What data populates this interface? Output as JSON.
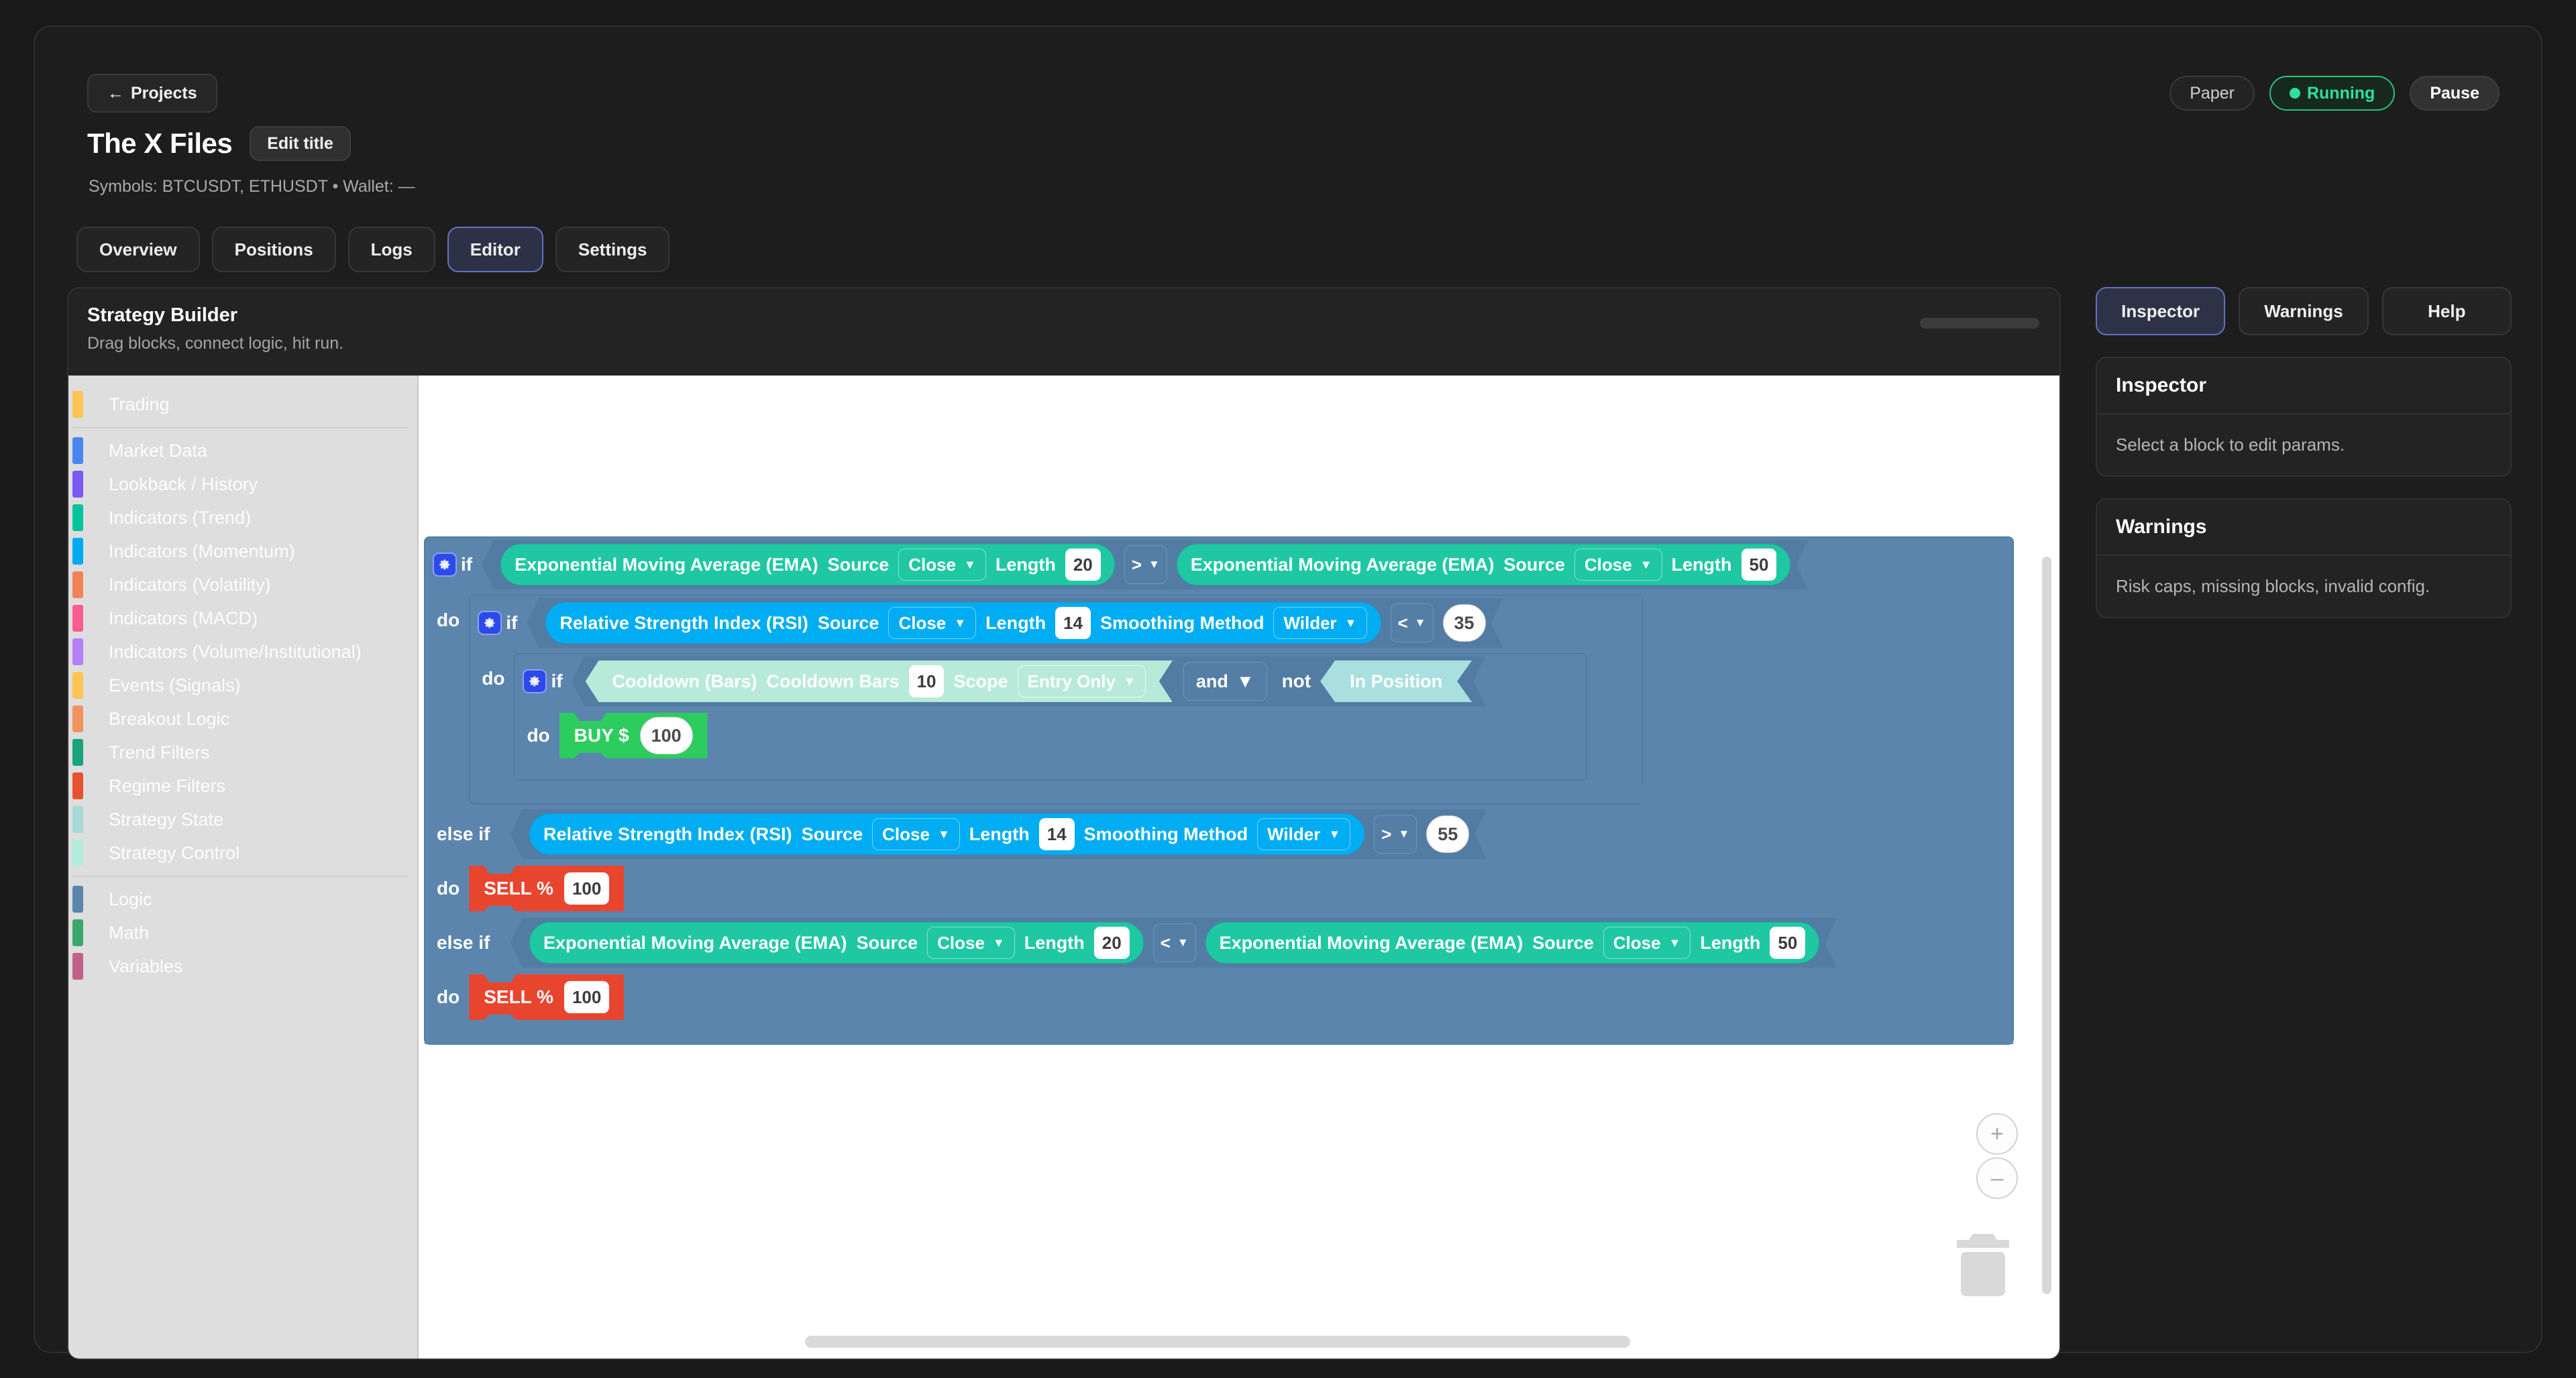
{
  "header": {
    "back_label": "Projects",
    "back_icon": "arrow-left-icon",
    "project_title": "The X Files",
    "edit_title_label": "Edit title",
    "meta": "Symbols: BTCUSDT, ETHUSDT • Wallet: —",
    "mode_label": "Paper",
    "status_label": "Running",
    "pause_label": "Pause",
    "accent_running": "#2ee198",
    "accent_active_tab": "#6173c4"
  },
  "tabs": [
    {
      "label": "Overview",
      "active": false
    },
    {
      "label": "Positions",
      "active": false
    },
    {
      "label": "Logs",
      "active": false
    },
    {
      "label": "Editor",
      "active": true
    },
    {
      "label": "Settings",
      "active": false
    }
  ],
  "builder": {
    "title": "Strategy Builder",
    "subtitle": "Drag blocks, connect logic, hit run."
  },
  "palette": {
    "groups": [
      {
        "items": [
          {
            "label": "Trading",
            "color": "#fcc450"
          }
        ]
      },
      {
        "items": [
          {
            "label": "Market Data",
            "color": "#4a86f0"
          },
          {
            "label": "Lookback / History",
            "color": "#7a58f5"
          },
          {
            "label": "Indicators (Trend)",
            "color": "#06c49a"
          },
          {
            "label": "Indicators (Momentum)",
            "color": "#00aaf0"
          },
          {
            "label": "Indicators (Volatility)",
            "color": "#f08457"
          },
          {
            "label": "Indicators (MACD)",
            "color": "#fb5c92"
          },
          {
            "label": "Indicators (Volume/Institutional)",
            "color": "#b680fa"
          },
          {
            "label": "Events (Signals)",
            "color": "#fbc453"
          },
          {
            "label": "Breakout Logic",
            "color": "#f2925f"
          },
          {
            "label": "Trend Filters",
            "color": "#19a37f"
          },
          {
            "label": "Regime Filters",
            "color": "#e8512f"
          },
          {
            "label": "Strategy State",
            "color": "#a8d9d6"
          },
          {
            "label": "Strategy Control",
            "color": "#b2eddd"
          }
        ]
      },
      {
        "items": [
          {
            "label": "Logic",
            "color": "#5b85ad"
          },
          {
            "label": "Math",
            "color": "#3aa86a"
          },
          {
            "label": "Variables",
            "color": "#c1618b"
          }
        ]
      }
    ]
  },
  "canvas": {
    "zoom_in_label": "+",
    "zoom_out_label": "–",
    "trash_icon": "trash-icon",
    "gear_icon": "gear-icon"
  },
  "program": {
    "if1": {
      "keyword": "if",
      "left": {
        "name": "Exponential Moving Average (EMA)",
        "source_label": "Source",
        "source_value": "Close",
        "length_label": "Length",
        "length_value": "20"
      },
      "operator": ">",
      "right": {
        "name": "Exponential Moving Average (EMA)",
        "source_label": "Source",
        "source_value": "Close",
        "length_label": "Length",
        "length_value": "50"
      }
    },
    "do1_keyword": "do",
    "if2": {
      "keyword": "if",
      "left": {
        "name": "Relative Strength Index (RSI)",
        "source_label": "Source",
        "source_value": "Close",
        "length_label": "Length",
        "length_value": "14",
        "smoothing_label": "Smoothing Method",
        "smoothing_value": "Wilder"
      },
      "operator": "<",
      "threshold": "35"
    },
    "do2_keyword": "do",
    "if3": {
      "keyword": "if",
      "cooldown": {
        "name": "Cooldown (Bars)",
        "bars_label": "Cooldown Bars",
        "bars_value": "10",
        "scope_label": "Scope",
        "scope_value": "Entry Only"
      },
      "combiner": "and",
      "negate": "not",
      "state": "In Position"
    },
    "do3_keyword": "do",
    "buy": {
      "label": "BUY $",
      "value": "100"
    },
    "elseif1": {
      "keyword": "else if",
      "left": {
        "name": "Relative Strength Index (RSI)",
        "source_label": "Source",
        "source_value": "Close",
        "length_label": "Length",
        "length_value": "14",
        "smoothing_label": "Smoothing Method",
        "smoothing_value": "Wilder"
      },
      "operator": ">",
      "threshold": "55"
    },
    "do4_keyword": "do",
    "sell1": {
      "label": "SELL %",
      "value": "100"
    },
    "elseif2": {
      "keyword": "else if",
      "left": {
        "name": "Exponential Moving Average (EMA)",
        "source_label": "Source",
        "source_value": "Close",
        "length_label": "Length",
        "length_value": "20"
      },
      "operator": "<",
      "right": {
        "name": "Exponential Moving Average (EMA)",
        "source_label": "Source",
        "source_value": "Close",
        "length_label": "Length",
        "length_value": "50"
      }
    },
    "do5_keyword": "do",
    "sell2": {
      "label": "SELL %",
      "value": "100"
    }
  },
  "right_panel": {
    "tabs": [
      {
        "label": "Inspector",
        "active": true
      },
      {
        "label": "Warnings",
        "active": false
      },
      {
        "label": "Help",
        "active": false
      }
    ],
    "inspector": {
      "title": "Inspector",
      "body": "Select a block to edit params."
    },
    "warnings": {
      "title": "Warnings",
      "body": "Risk caps, missing blocks, invalid config."
    }
  }
}
